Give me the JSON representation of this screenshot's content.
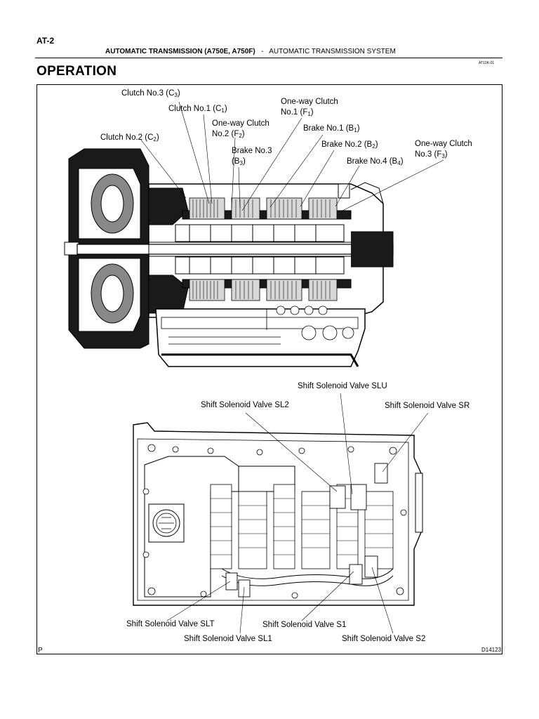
{
  "header": {
    "page_id": "AT-2",
    "doc_title": "AUTOMATIC TRANSMISSION (A750E, A750F)",
    "separator": "-",
    "section_name": "AUTOMATIC TRANSMISSION SYSTEM",
    "ref_code": "AT13K-01"
  },
  "section_title": "OPERATION",
  "figure": {
    "corner_mark": "P",
    "code": "D14123",
    "labels": {
      "clutch3": "Clutch No.3 (C",
      "clutch3_sub": "3",
      "clutch1": "Clutch No.1 (C",
      "clutch1_sub": "1",
      "clutch2": "Clutch No.2 (C",
      "clutch2_sub": "2",
      "owc1_l1": "One-way  Clutch",
      "owc1_l2": "No.1 (F",
      "owc1_sub": "1",
      "owc2_l1": "One-way  Clutch",
      "owc2_l2": "No.2 (F",
      "owc2_sub": "2",
      "brake1": "Brake No.1 (B",
      "brake1_sub": "1",
      "brake3_l1": "Brake No.3",
      "brake3_l2": "(B",
      "brake3_sub": "3",
      "brake2": "Brake No.2 (B",
      "brake2_sub": "2",
      "brake4": "Brake No.4 (B",
      "brake4_sub": "4",
      "owc3_l1": "One-way  Clutch",
      "owc3_l2": "No.3 (F",
      "owc3_sub": "3",
      "slu": "Shift Solenoid Valve SLU",
      "sl2": "Shift Solenoid Valve SL2",
      "sr": "Shift Solenoid Valve SR",
      "slt": "Shift Solenoid Valve SLT",
      "sl1": "Shift Solenoid Valve SL1",
      "s1": "Shift Solenoid Valve S1",
      "s2": "Shift Solenoid Valve S2"
    }
  }
}
